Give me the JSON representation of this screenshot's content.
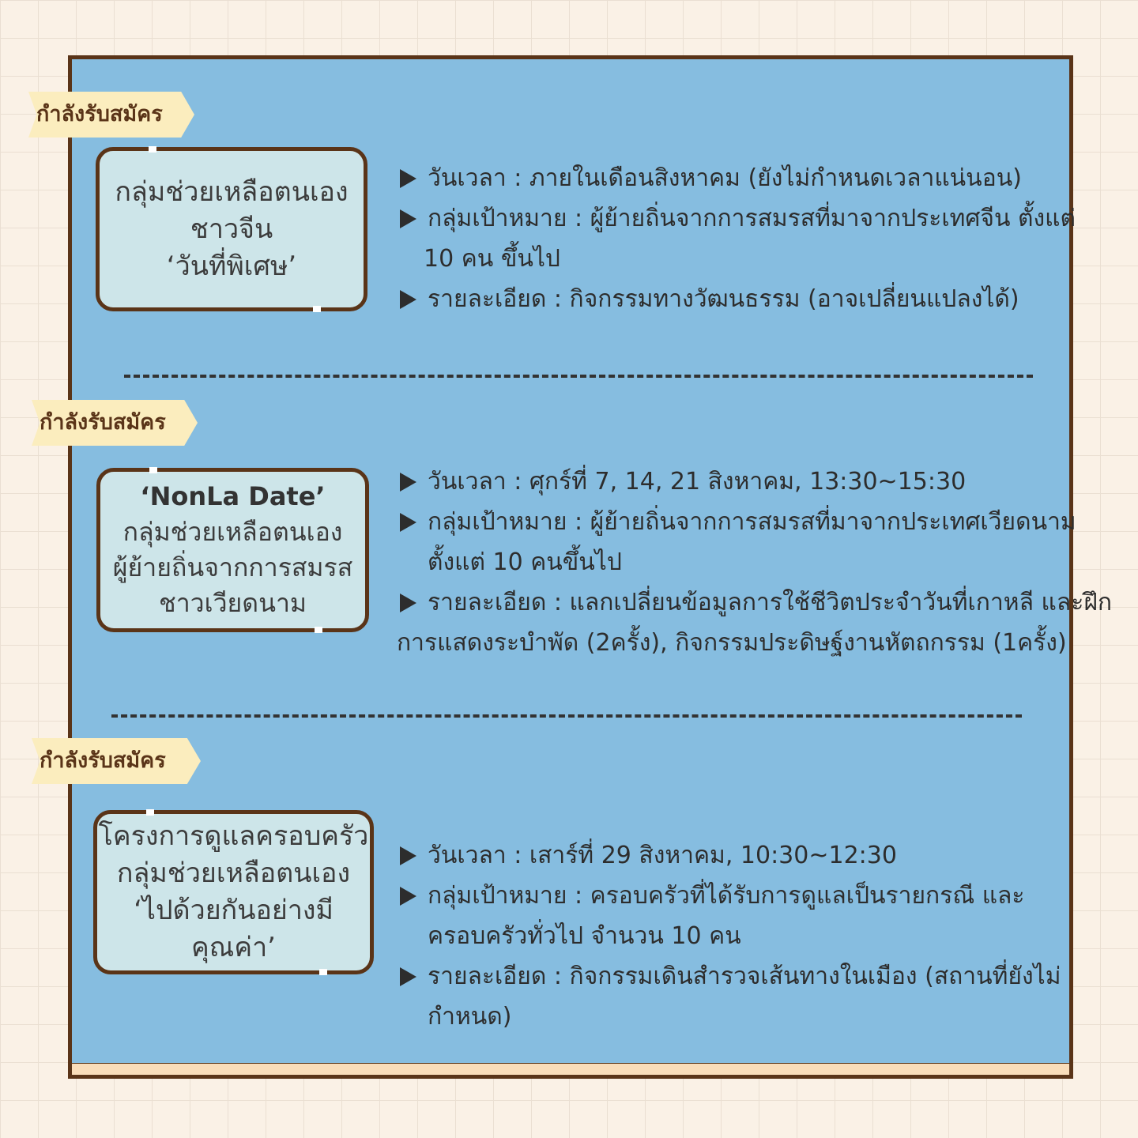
{
  "sections": [
    {
      "tag": "กำลังรับสมัคร",
      "title_lines": [
        "กลุ่มช่วยเหลือตนเอง",
        "ชาวจีน",
        "‘วันที่พิเศษ’"
      ],
      "date_line": "วันเวลา : ภายในเดือนสิงหาคม (ยังไม่กำหนดเวลาแน่นอน)",
      "target_line1": "กลุ่มเป้าหมาย : ผู้ย้ายถิ่นจากการสมรสที่มาจากประเทศจีน ตั้งแต่",
      "target_line2": "10 คน ขึ้นไป",
      "details_line1": "รายละเอียด : กิจกรรมทางวัฒนธรรม (อาจเปลี่ยนแปลงได้)"
    },
    {
      "tag": "กำลังรับสมัคร",
      "title_lines": [
        "‘NonLa Date’",
        "กลุ่มช่วยเหลือตนเอง",
        "ผู้ย้ายถิ่นจากการสมรส",
        "ชาวเวียดนาม"
      ],
      "date_line": "วันเวลา : ศุกร์ที่ 7, 14, 21 สิงหาคม, 13:30~15:30",
      "target_line1": "กลุ่มเป้าหมาย : ผู้ย้ายถิ่นจากการสมรสที่มาจากประเทศเวียดนาม",
      "target_line2": "ตั้งแต่ 10 คนขึ้นไป",
      "details_line1": "รายละเอียด : แลกเปลี่ยนข้อมูลการใช้ชีวิตประจำวันที่เกาหลี และฝึก",
      "details_line2": "การแสดงระบำพัด (2ครั้ง), กิจกรรมประดิษฐ์งานหัตถกรรม (1ครั้ง)"
    },
    {
      "tag": "กำลังรับสมัคร",
      "title_lines": [
        "โครงการดูแลครอบครัว",
        "กลุ่มช่วยเหลือตนเอง",
        "‘ไปด้วยกันอย่างมี",
        "คุณค่า’"
      ],
      "date_line": "วันเวลา : เสาร์ที่ 29 สิงหาคม, 10:30~12:30",
      "target_line1": "กลุ่มเป้าหมาย :  ครอบครัวที่ได้รับการดูแลเป็นรายกรณี และ",
      "target_line2": "ครอบครัวทั่วไป จำนวน 10 คน",
      "details_line1": "รายละเอียด : กิจกรรมเดินสำรวจเส้นทางในเมือง (สถานที่ยังไม่",
      "details_line2": "กำหนด)"
    }
  ],
  "colors": {
    "background": "#faf1e6",
    "panel": "#86bde0",
    "border": "#5a3418",
    "title_box": "#cde5e9",
    "tag": "#fbedbe",
    "footer_strip": "#f9ddba"
  }
}
